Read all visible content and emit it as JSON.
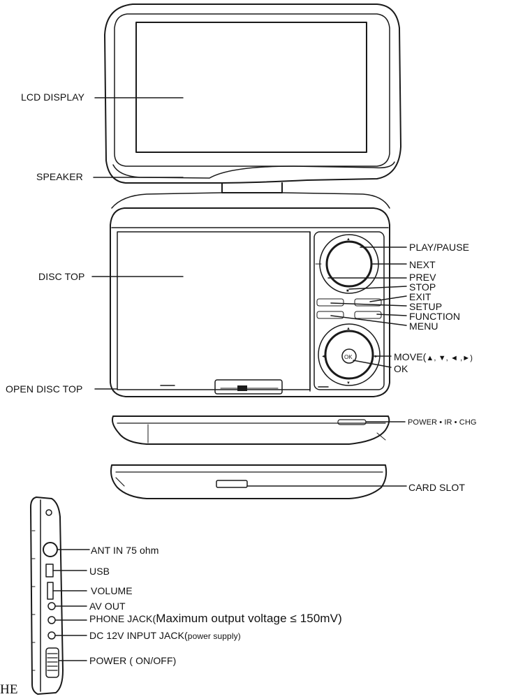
{
  "labels": {
    "lcd_display": "LCD DISPLAY",
    "speaker": "SPEAKER",
    "disc_top": "DISC TOP",
    "open_disc_top": "OPEN DISC TOP",
    "play_pause": "PLAY/PAUSE",
    "next": "NEXT",
    "prev": "PREV",
    "stop": "STOP",
    "exit": "EXIT",
    "setup": "SETUP",
    "function": "FUNCTION",
    "menu": "MENU",
    "move": "MOVE(",
    "move_arrows": "▲, ▼, ◄ ,►)",
    "ok": "OK",
    "power_ir_chg": "POWER • IR • CHG",
    "card_slot": "CARD SLOT",
    "ant_in": "ANT IN 75 ohm",
    "usb": "USB",
    "volume": "VOLUME",
    "av_out": "AV OUT",
    "phone_jack": "PHONE JACK(",
    "phone_jack_note": "Maximum output voltage ≤ 150mV)",
    "dc_input": "DC 12V INPUT JACK(",
    "dc_input_note": "power supply)",
    "power_switch": "POWER ( ON/OFF)",
    "corner_text": "HE"
  },
  "device_marks": {
    "ok_button": "OK"
  },
  "colors": {
    "line": "#1a1a1a",
    "text": "#111111",
    "background": "#ffffff"
  }
}
